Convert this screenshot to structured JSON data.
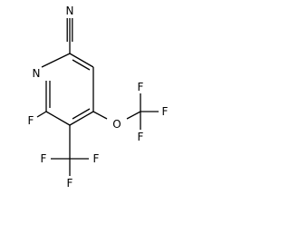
{
  "structure": {
    "atom_labels": {
      "n_nitrile": "N",
      "n_ring": "N",
      "f_ring": "F",
      "o_ether": "O",
      "f_ocf3_top": "F",
      "f_ocf3_right": "F",
      "f_ocf3_bottom": "F",
      "f_cf3_left": "F",
      "f_cf3_bottom": "F",
      "f_cf3_right": "F"
    }
  }
}
